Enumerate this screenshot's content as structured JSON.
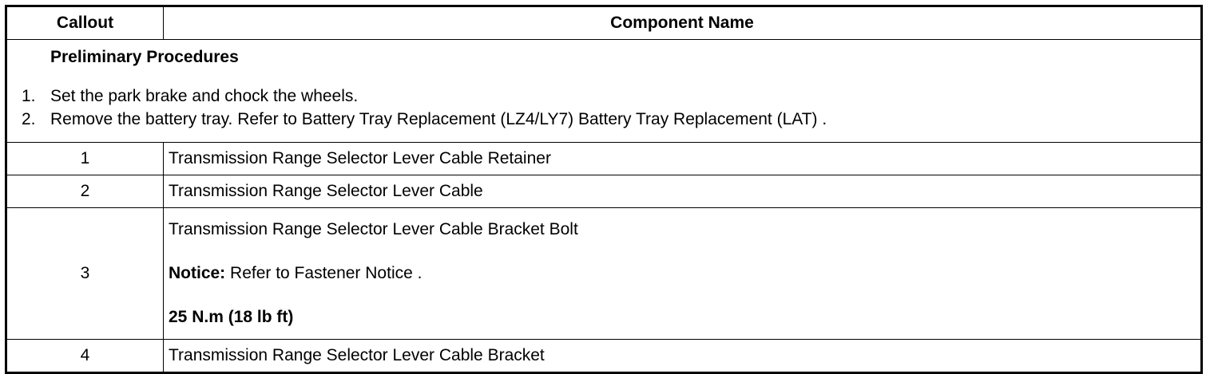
{
  "table": {
    "headers": {
      "callout": "Callout",
      "component": "Component Name"
    },
    "preliminary": {
      "title": "Preliminary Procedures",
      "steps": [
        {
          "number": "1.",
          "text": "Set the park brake and chock the wheels."
        },
        {
          "number": "2.",
          "text": "Remove the battery tray. Refer to Battery Tray Replacement (LZ4/LY7) Battery Tray Replacement (LAT) ."
        }
      ]
    },
    "rows": [
      {
        "callout": "1",
        "name": "Transmission Range Selector Lever Cable Retainer"
      },
      {
        "callout": "2",
        "name": "Transmission Range Selector Lever Cable"
      },
      {
        "callout": "3",
        "name": "Transmission Range Selector Lever Cable Bracket Bolt",
        "notice_label": "Notice:",
        "notice_text": " Refer to Fastener Notice .",
        "torque": "25 N.m (18 lb ft)"
      },
      {
        "callout": "4",
        "name": "Transmission Range Selector Lever Cable Bracket"
      }
    ]
  }
}
